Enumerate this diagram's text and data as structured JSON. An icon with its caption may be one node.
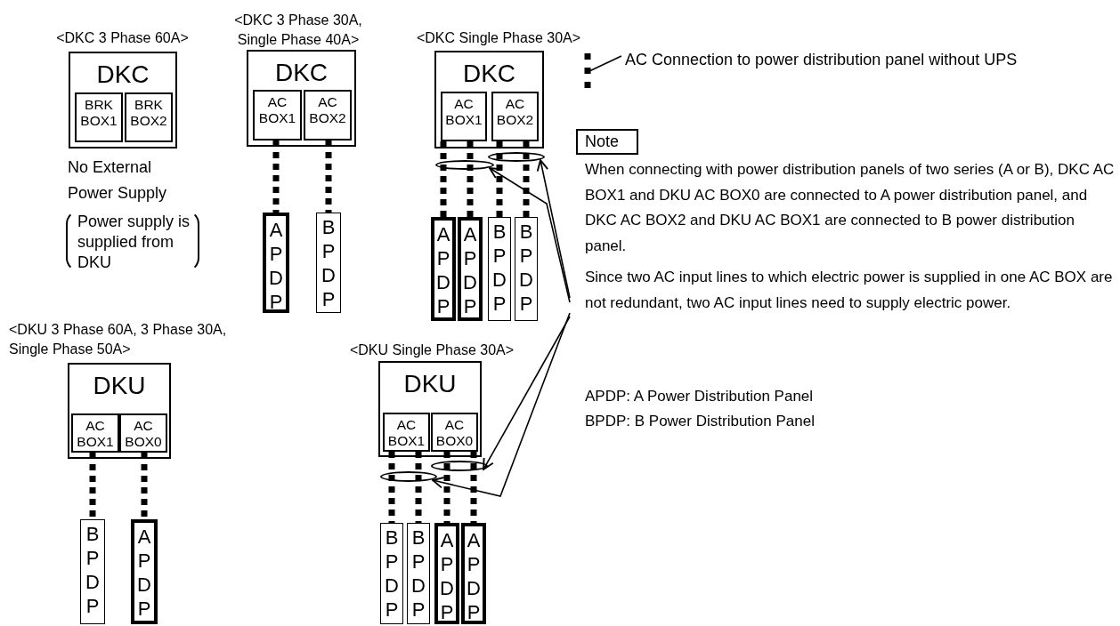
{
  "diagram": {
    "nodes": [
      {
        "text": [
          "DKC"
        ],
        "beside": [
          "<DKC 3 Phase 60A>"
        ]
      },
      {
        "text": [
          "BRK BOX1"
        ],
        "in": 0
      },
      {
        "text": [
          "BRK BOX2"
        ],
        "in": 0
      },
      {
        "text": [
          "Power supply is supplied from DKU"
        ]
      },
      {
        "text": [
          "DKC"
        ],
        "beside": [
          "<DKC 3 Phase 30A, Single Phase 40A>"
        ]
      },
      {
        "text": [
          "AC BOX1"
        ],
        "in": 4
      },
      {
        "text": [
          "AC BOX2"
        ],
        "in": 4
      },
      {
        "text": [
          "A P D P"
        ]
      },
      {
        "text": [
          "B P D P"
        ]
      },
      {
        "text": [
          "DKC"
        ],
        "beside": [
          "<DKC Single Phase 30A>"
        ]
      },
      {
        "text": [
          "AC BOX1"
        ],
        "in": 9
      },
      {
        "text": [
          "AC BOX2"
        ],
        "in": 9
      },
      {
        "text": [],
        "shape": "ellipse"
      },
      {
        "text": [],
        "shape": "ellipse"
      },
      {
        "text": [
          "A P D P"
        ]
      },
      {
        "text": [
          "A P D P"
        ]
      },
      {
        "text": [
          "B P D P"
        ]
      },
      {
        "text": [
          "B P D P"
        ]
      },
      {
        "text": [
          "Note"
        ]
      },
      {
        "text": [
          "Since two AC input lines to which electric power is supplied in one AC BOX are not redundant, two AC input lines need to supply electric power."
        ]
      },
      {
        "text": [
          "DKU"
        ],
        "beside": [
          "<DKU 3 Phase 60A, 3 Phase 30A, Single Phase 50A>"
        ]
      },
      {
        "text": [
          "AC BOX1"
        ],
        "in": 20
      },
      {
        "text": [
          "AC BOX0"
        ],
        "in": 20
      },
      {
        "text": [
          "B P D P"
        ]
      },
      {
        "text": [
          "A P D P"
        ]
      },
      {
        "text": [
          "DKU"
        ],
        "beside": [
          "<DKU Single Phase 30A>"
        ]
      },
      {
        "text": [
          "AC BOX1"
        ],
        "in": 25
      },
      {
        "text": [
          "AC BOX0"
        ],
        "in": 25
      },
      {
        "text": [],
        "shape": "ellipse"
      },
      {
        "text": [],
        "shape": "ellipse"
      },
      {
        "text": [
          "B P D P"
        ]
      },
      {
        "text": [
          "B P D P"
        ]
      },
      {
        "text": [
          "A P D P"
        ]
      },
      {
        "text": [
          "A P D P"
        ]
      }
    ],
    "edges": [
      {
        "from": 5,
        "to": 7,
        "arrow": "none",
        "style": "dashed"
      },
      {
        "from": 6,
        "to": 8,
        "arrow": "none",
        "style": "dashed"
      },
      {
        "from": 10,
        "to": 14,
        "arrow": "none",
        "style": "dashed"
      },
      {
        "from": 10,
        "to": 15,
        "arrow": "none",
        "style": "dashed"
      },
      {
        "from": 11,
        "to": 16,
        "arrow": "none",
        "style": "dashed"
      },
      {
        "from": 11,
        "to": 17,
        "arrow": "none",
        "style": "dashed"
      },
      {
        "from": 21,
        "to": 23,
        "arrow": "none",
        "style": "dashed"
      },
      {
        "from": 22,
        "to": 24,
        "arrow": "none",
        "style": "dashed"
      },
      {
        "from": 26,
        "to": 30,
        "arrow": "none",
        "style": "dashed"
      },
      {
        "from": 26,
        "to": 31,
        "arrow": "none",
        "style": "dashed"
      },
      {
        "from": 27,
        "to": 32,
        "arrow": "none",
        "style": "dashed"
      },
      {
        "from": 27,
        "to": 33,
        "arrow": "none",
        "style": "dashed"
      },
      {
        "from": 19,
        "to": 12,
        "arrow": "to"
      },
      {
        "from": 19,
        "to": 13,
        "arrow": "to"
      },
      {
        "from": 19,
        "to": 28,
        "arrow": "to"
      },
      {
        "from": 19,
        "to": 29,
        "arrow": "to"
      }
    ],
    "labels": [
      "No External Power Supply",
      "When connecting with power distribution panels of two series (A or B), DKC AC BOX1 and DKU AC BOX0 are connected to A power distribution panel, and DKC AC BOX2 and DKU AC BOX1 are connected to B power distribution panel.",
      "APDP: A Power Distribution Panel",
      "BPDP: B Power Distribution Panel"
    ],
    "legend": [
      {
        "text": "AC Connection to power distribution panel without UPS"
      }
    ]
  }
}
